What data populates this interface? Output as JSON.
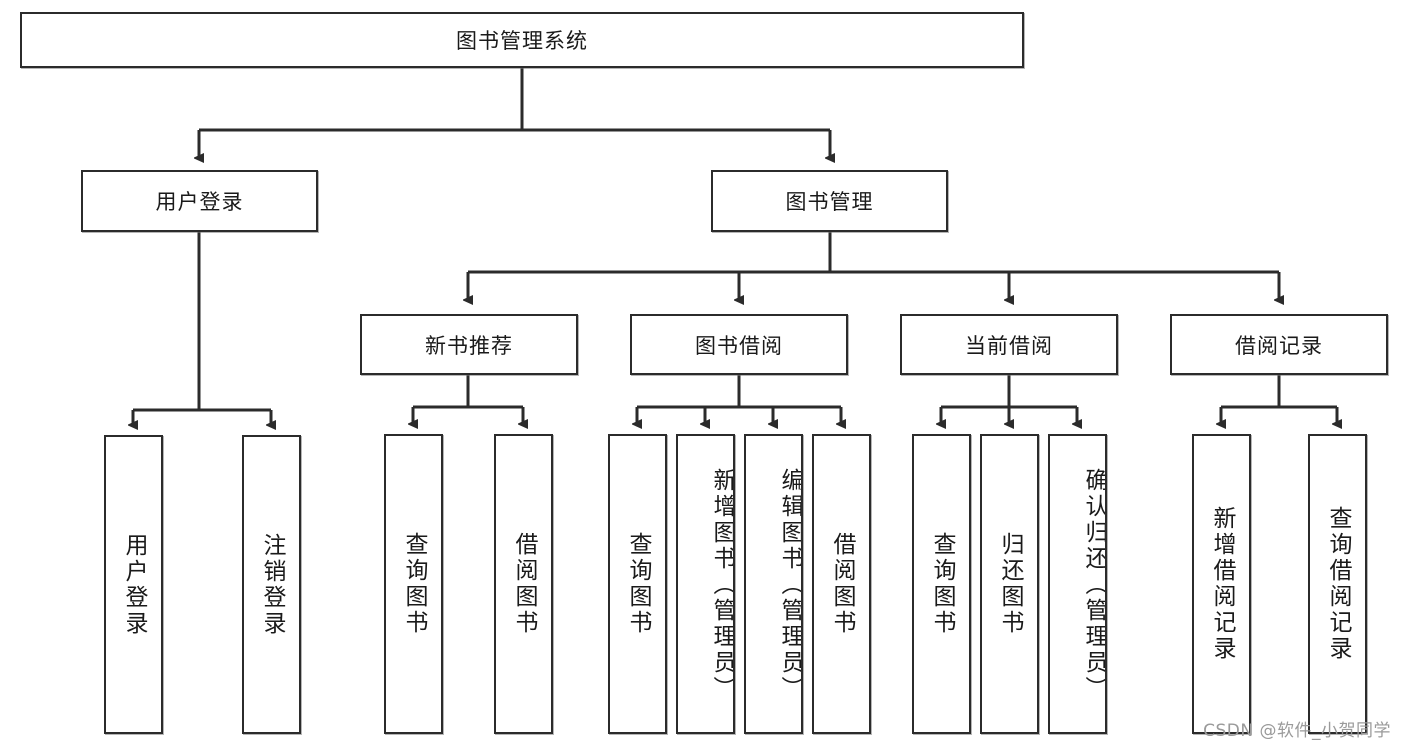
{
  "diagram": {
    "title": "图书管理系统",
    "type": "tree-hierarchy-diagram",
    "colors": {
      "box_stroke": "#2b2b2b",
      "box_fill": "#ffffff",
      "connector": "#2b2b2b",
      "background": "#ffffff",
      "watermark": "#9a9a9a"
    },
    "root": {
      "label": "图书管理系统"
    },
    "level2": [
      {
        "label": "用户登录"
      },
      {
        "label": "图书管理"
      }
    ],
    "level3": [
      {
        "label": "新书推荐"
      },
      {
        "label": "图书借阅"
      },
      {
        "label": "当前借阅"
      },
      {
        "label": "借阅记录"
      }
    ],
    "leaves": {
      "user_login": [
        {
          "label": "用户登录"
        },
        {
          "label": "注销登录"
        }
      ],
      "new_book_recommend": [
        {
          "label": "查询图书"
        },
        {
          "label": "借阅图书"
        }
      ],
      "book_borrow": [
        {
          "label": "查询图书"
        },
        {
          "label": "新增图书（管理员）"
        },
        {
          "label": "编辑图书（管理员）"
        },
        {
          "label": "借阅图书"
        }
      ],
      "current_borrow": [
        {
          "label": "查询图书"
        },
        {
          "label": "归还图书"
        },
        {
          "label": "确认归还（管理员）"
        }
      ],
      "borrow_record": [
        {
          "label": "新增借阅记录"
        },
        {
          "label": "查询借阅记录"
        }
      ]
    }
  },
  "watermark": {
    "text": "CSDN @软件_小贺同学"
  }
}
